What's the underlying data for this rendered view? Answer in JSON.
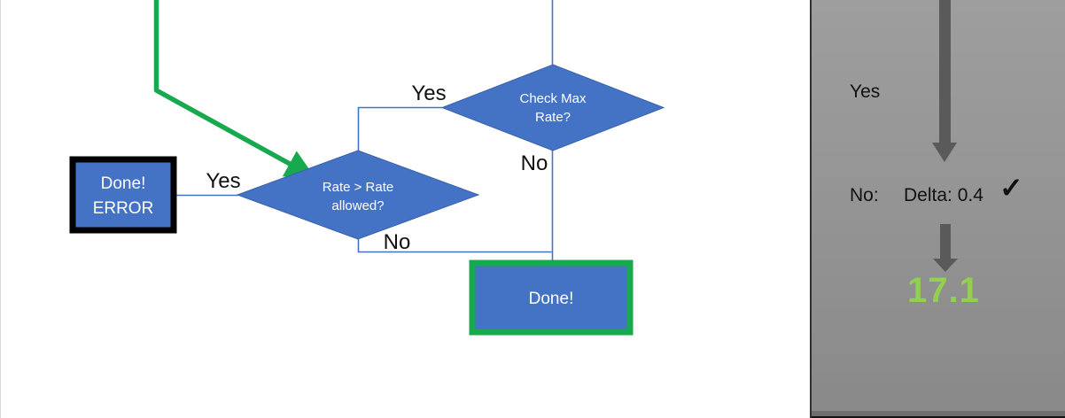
{
  "flowchart": {
    "decision1": {
      "line1": "Check Max",
      "line2": "Rate?"
    },
    "decision2": {
      "line1": "Rate > Rate",
      "line2": "allowed?"
    },
    "done_error_box": {
      "line1": "Done!",
      "line2": "ERROR"
    },
    "done_box": {
      "label": "Done!"
    },
    "labels": {
      "d1_yes": "Yes",
      "d1_no": "No",
      "d2_yes": "Yes",
      "d2_no": "No"
    }
  },
  "side_panel": {
    "yes_label": "Yes",
    "no_label": "No:",
    "delta_label": "Delta: 0.4",
    "check_icon": "✓",
    "result_value": "17.1"
  },
  "colors": {
    "shape_blue": "#4472C4",
    "connector_blue": "#4472C4",
    "accent_green": "#17A94E",
    "result_green": "#92D050",
    "arrow_gray": "#5A5A5A",
    "panel_gray": "#949494",
    "done_error_border": "#000000"
  }
}
